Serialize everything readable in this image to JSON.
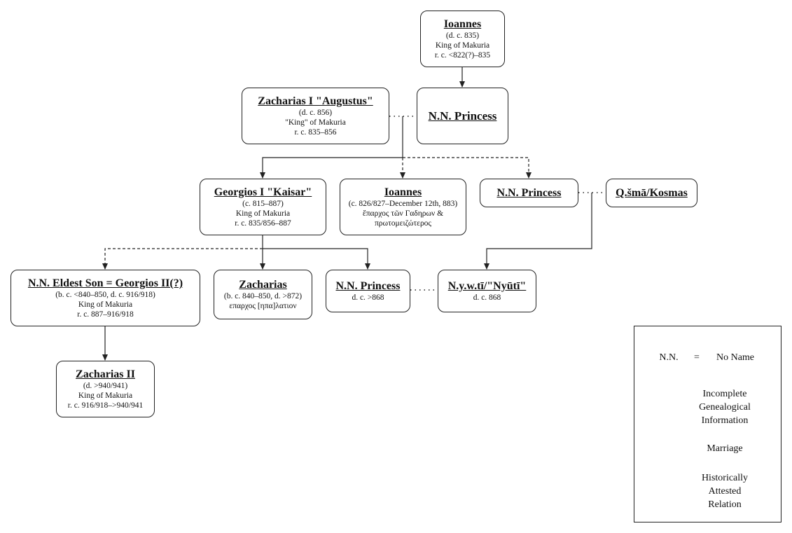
{
  "nodes": {
    "ioannes_king": {
      "name": "Ioannes",
      "lines": [
        "(d. c. 835)",
        "King of Makuria",
        "r. c. <822(?)–835"
      ]
    },
    "zacharias_i": {
      "name": "Zacharias I \"Augustus\"",
      "lines": [
        "(d. c. 856)",
        "\"King\" of Makuria",
        "r. c. 835–856"
      ]
    },
    "princess_1": {
      "name": "N.N. Princess"
    },
    "georgios_i": {
      "name": "Georgios I \"Kaisar\"",
      "lines": [
        "(c. 815–887)",
        "King of Makuria",
        "r. c. 835/856–887"
      ]
    },
    "ioannes_eparch": {
      "name": "Ioannes",
      "lines": [
        "(c. 826/827–December 12th, 883)",
        "ἔπαρχος τῶν Γαδηρων &",
        "πρωτομειζώτερος"
      ]
    },
    "princess_2": {
      "name": "N.N. Princess"
    },
    "kosmas": {
      "name": "Q.šmā/Kosmas"
    },
    "eldest_son": {
      "name": "N.N. Eldest Son = Georgios II(?)",
      "lines": [
        "(b. c. <840–850, d. c. 916/918)",
        "King of Makuria",
        "r. c. 887–916/918"
      ]
    },
    "zacharias": {
      "name": "Zacharias",
      "lines": [
        "(b. c. 840–850, d. >872)",
        "επαρχος [ηπα]λατιον"
      ]
    },
    "princess_3": {
      "name": "N.N. Princess",
      "lines": [
        "d. c. >868"
      ]
    },
    "nywti": {
      "name": "N.y.w.tī/\"Nyūtī\"",
      "lines": [
        "d. c. 868"
      ]
    },
    "zacharias_ii": {
      "name": "Zacharias II",
      "lines": [
        "(d. >940/941)",
        "King of Makuria",
        "r. c. 916/918–>940/941"
      ]
    }
  },
  "legend": {
    "nn_abbr": "N.N.",
    "equals": "=",
    "nn_meaning": "No Name",
    "incomplete": [
      "Incomplete",
      "Genealogical",
      "Information"
    ],
    "marriage": "Marriage",
    "attested": [
      "Historically",
      "Attested",
      "Relation"
    ]
  },
  "colors": {
    "line": "#222222",
    "border": "#222222",
    "background": "#ffffff"
  }
}
